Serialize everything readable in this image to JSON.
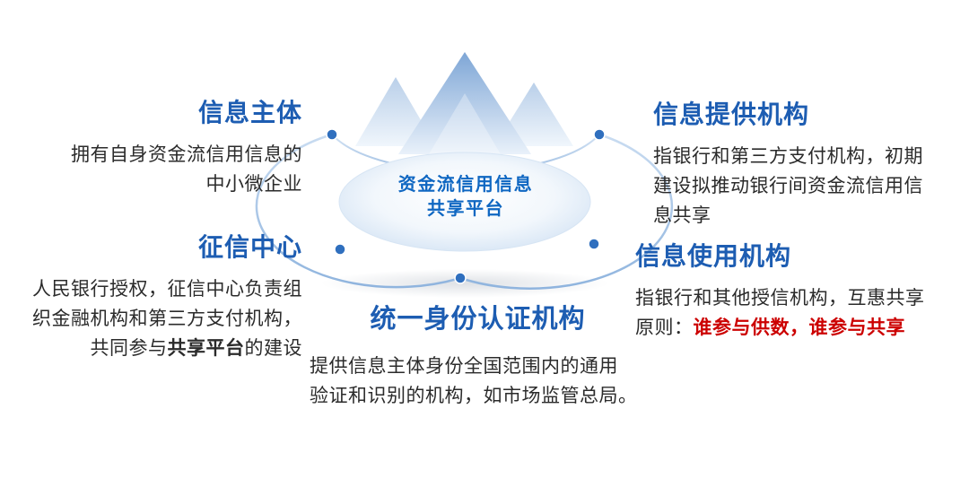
{
  "center": {
    "line1": "资金流信用信息",
    "line2": "共享平台"
  },
  "info_subject": {
    "title": "信息主体",
    "line1": "拥有自身资金流信用信息的",
    "line2": "中小微企业"
  },
  "credit_center": {
    "title": "征信中心",
    "line1": "人民银行授权，征信中心负责组",
    "line2": "织金融机构和第三方支付机构，",
    "line3_pre": "共同参与",
    "line3_bold": "共享平台",
    "line3_post": "的建设"
  },
  "identity_authority": {
    "title": "统一身份认证机构",
    "line1": "提供信息主体身份全国范围内的通用",
    "line2": "验证和识别的机构，如市场监管总局。"
  },
  "info_provider": {
    "title": "信息提供机构",
    "line1": "指银行和第三方支付机构，初期",
    "line2": "建设拟推动银行间资金流信用信",
    "line3": "息共享"
  },
  "info_user": {
    "title": "信息使用机构",
    "line1": "指银行和其他授信机构，互惠共享",
    "line2_pre": "原则：",
    "line2_red": "谁参与供数，谁参与共享"
  },
  "icons": {
    "mountains": "mountain-peaks-icon",
    "orbit_ring": "elliptical-orbit-icon",
    "orbit_dot": "orbit-node-dot-icon"
  },
  "colors": {
    "heading_blue": "#1d5db2",
    "center_text_blue": "#0f67c2",
    "body_text": "#2b2b2b",
    "highlight_red": "#cc0000",
    "dot_blue": "#2f6fbe",
    "mountain_blue": "#7ea6d6"
  }
}
